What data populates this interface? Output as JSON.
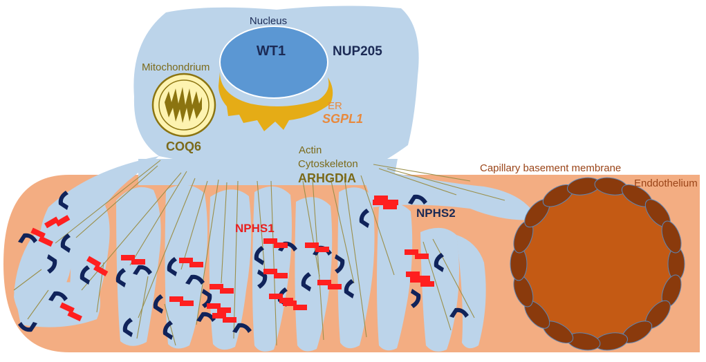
{
  "labels": {
    "nucleus": "Nucleus",
    "wt1": "WT1",
    "nup205": "NUP205",
    "mitochondrium": "Mitochondrium",
    "er": "ER",
    "sgpl1": "SGPL1",
    "coq6": "COQ6",
    "actin": "Actin",
    "cytoskeleton": "Cytoskeleton",
    "arhgdia": "ARHGDIA",
    "capillary_bm": "Capillary basement membrane",
    "endothelium": "Enddothelium",
    "nphs1": "NPHS1",
    "nphs2": "NPHS2"
  },
  "colors": {
    "podocyte": "#bcd4ea",
    "basement_membrane": "#f3ad82",
    "nucleus": "#5b97d3",
    "er": "#e5ac16",
    "mito_outer": "#fdf3b0",
    "mito_inner": "#8b7410",
    "nephrin": "#ff1f1f",
    "podocin": "#10235a",
    "capillary": "#c45a14",
    "endothelial_cell": "#8a3a0c",
    "dark_label": "#1b2a55",
    "olive_label": "#7b6a1a",
    "orange_label": "#e8893d",
    "red_label": "#e8201e",
    "brown_label": "#9a4418"
  }
}
